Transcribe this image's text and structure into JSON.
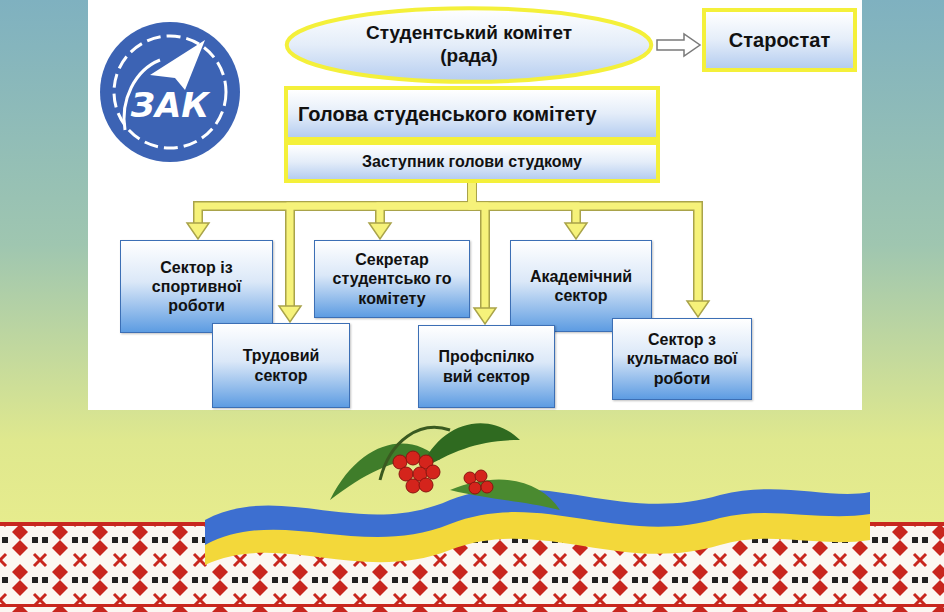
{
  "diagram": {
    "nodes": [
      {
        "text": [
          "Студентський комітет (рада)"
        ]
      },
      {
        "text": [
          "Старостат"
        ]
      },
      {
        "text": [
          "Голова студенського комітету"
        ]
      },
      {
        "text": [
          "Заступник голови студкому"
        ]
      },
      {
        "text": [
          "Сектор із спортивної роботи"
        ]
      },
      {
        "text": [
          "Секретар студентсько го комітету"
        ]
      },
      {
        "text": [
          "Академічний сектор"
        ]
      },
      {
        "text": [
          "Трудовий сектор"
        ]
      },
      {
        "text": [
          "Профспілко вий сектор"
        ]
      },
      {
        "text": [
          "Сектор з культмасо вої роботи"
        ]
      }
    ],
    "edges": [
      {
        "from": 0,
        "to": 1,
        "arrow": "to"
      },
      {
        "from": 3,
        "to": 4,
        "arrow": "to"
      },
      {
        "from": 3,
        "to": 5,
        "arrow": "to"
      },
      {
        "from": 3,
        "to": 6,
        "arrow": "to"
      },
      {
        "from": 3,
        "to": 7,
        "arrow": "to"
      },
      {
        "from": 3,
        "to": 8,
        "arrow": "to"
      },
      {
        "from": 3,
        "to": 9,
        "arrow": "to"
      }
    ],
    "labels": [
      "ЗАК"
    ]
  }
}
